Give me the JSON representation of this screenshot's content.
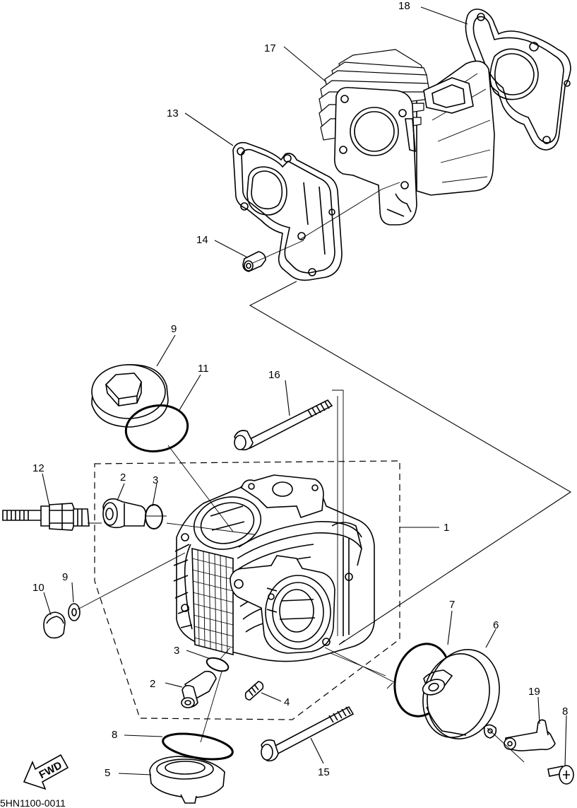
{
  "diagram": {
    "drawing_code": "5HN1100-0011",
    "fwd_label": "FWD",
    "callouts": [
      {
        "id": "c1",
        "text": "1"
      },
      {
        "id": "c2a",
        "text": "2"
      },
      {
        "id": "c2b",
        "text": "2"
      },
      {
        "id": "c3a",
        "text": "3"
      },
      {
        "id": "c3b",
        "text": "3"
      },
      {
        "id": "c4",
        "text": "4"
      },
      {
        "id": "c5",
        "text": "5"
      },
      {
        "id": "c6",
        "text": "6"
      },
      {
        "id": "c7",
        "text": "7"
      },
      {
        "id": "c8a",
        "text": "8"
      },
      {
        "id": "c8b",
        "text": "8"
      },
      {
        "id": "c9a",
        "text": "9"
      },
      {
        "id": "c9b",
        "text": "9"
      },
      {
        "id": "c10",
        "text": "10"
      },
      {
        "id": "c11",
        "text": "11"
      },
      {
        "id": "c12",
        "text": "12"
      },
      {
        "id": "c13",
        "text": "13"
      },
      {
        "id": "c14",
        "text": "14"
      },
      {
        "id": "c15",
        "text": "15"
      },
      {
        "id": "c16",
        "text": "16"
      },
      {
        "id": "c17",
        "text": "17"
      },
      {
        "id": "c18",
        "text": "18"
      },
      {
        "id": "c19",
        "text": "19"
      }
    ]
  }
}
